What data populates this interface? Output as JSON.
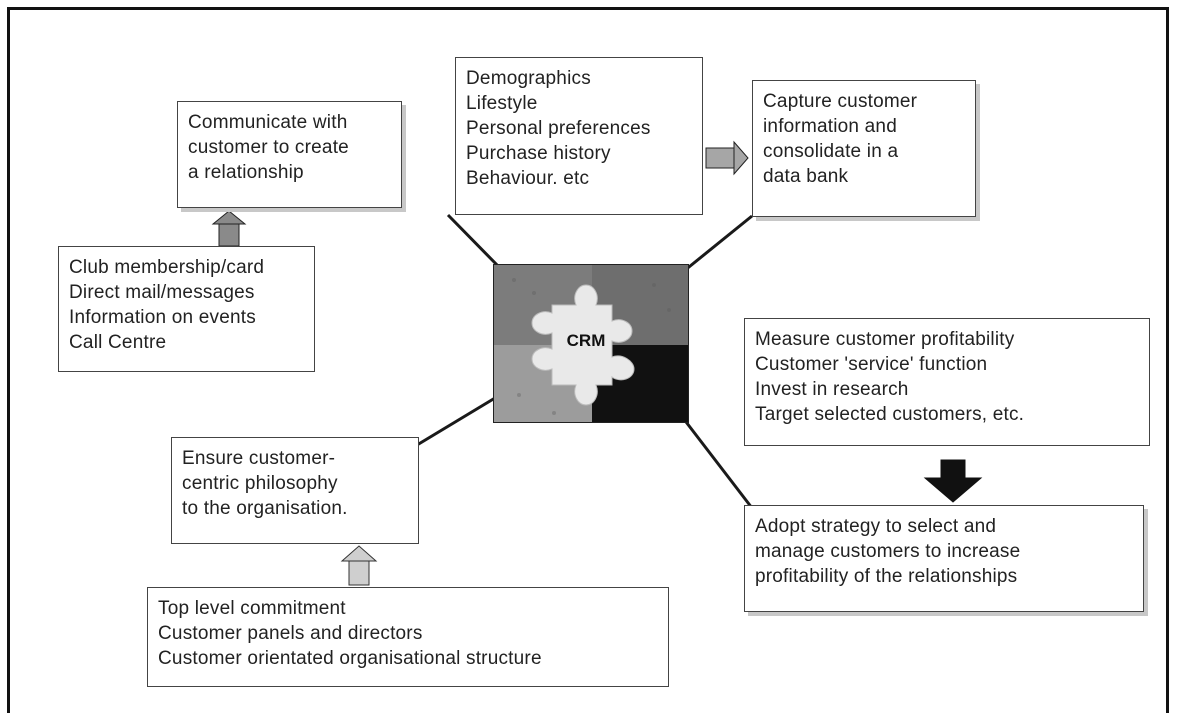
{
  "diagram": {
    "center_label": "CRM",
    "boxes": {
      "communicate": [
        "Communicate with",
        "customer to create",
        "a relationship"
      ],
      "data_sources": [
        "Demographics",
        "Lifestyle",
        "Personal preferences",
        "Purchase history",
        "Behaviour. etc"
      ],
      "capture": [
        "Capture customer",
        "information and",
        "consolidate in a",
        "data bank"
      ],
      "club": [
        "Club membership/card",
        "Direct mail/messages",
        "Information on events",
        "Call Centre"
      ],
      "measure": [
        "Measure customer profitability",
        "Customer 'service' function",
        "Invest in research",
        "Target selected customers, etc."
      ],
      "ensure": [
        "Ensure customer-",
        "centric philosophy",
        "to the organisation."
      ],
      "adopt": [
        "Adopt strategy to select and",
        "manage customers to increase",
        "profitability of the relationships"
      ],
      "top_level": [
        "Top level commitment",
        "Customer panels and directors",
        "Customer orientated organisational structure"
      ]
    },
    "colors": {
      "line": "#1a1a1a",
      "arrow_light": "#cfcfcf",
      "arrow_medium": "#9a9a9a",
      "arrow_dark": "#111111",
      "puzzle_light": "#e6e6e6",
      "puzzle_mid": "#8c8c8c",
      "puzzle_dark": "#111111"
    }
  }
}
